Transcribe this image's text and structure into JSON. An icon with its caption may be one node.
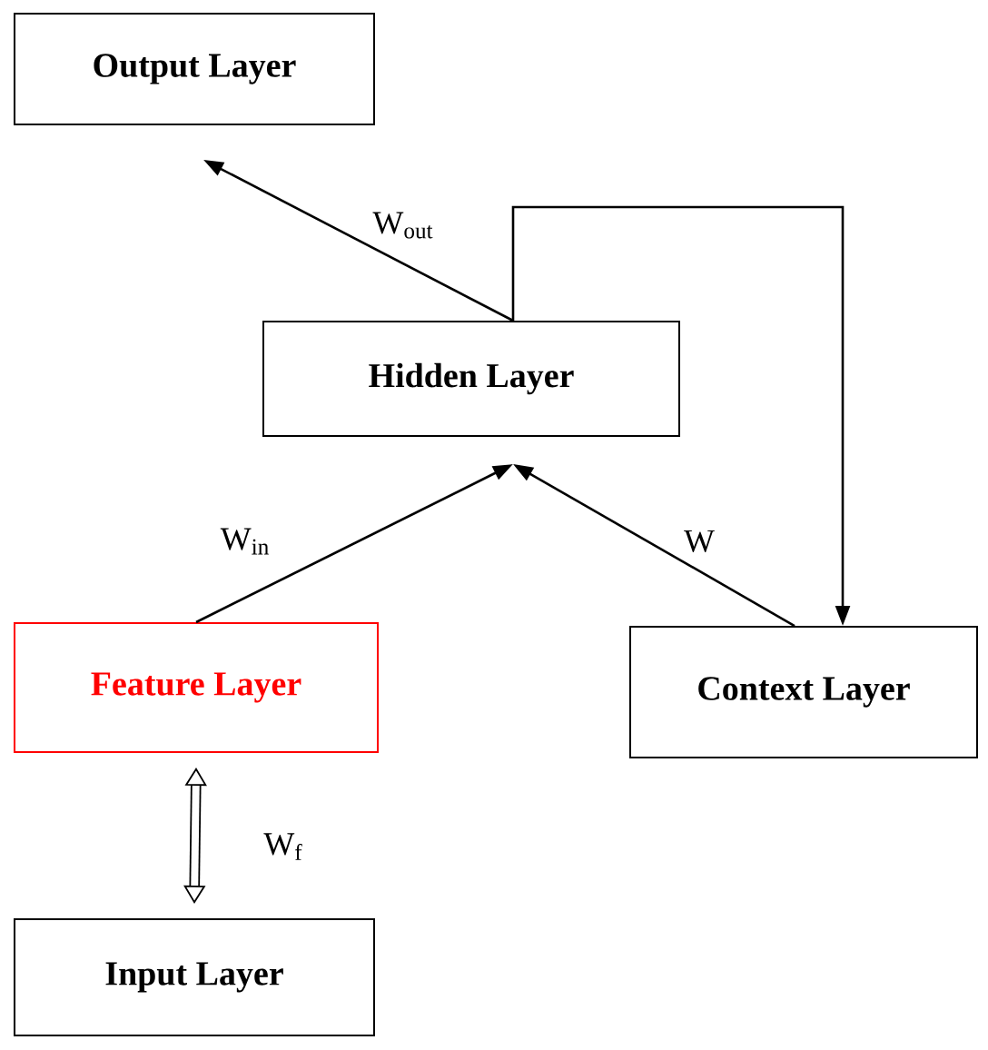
{
  "diagram": {
    "nodes": [
      {
        "text": [
          "Output Layer"
        ]
      },
      {
        "text": [
          "Hidden Layer"
        ]
      },
      {
        "text": [
          "Feature Layer"
        ]
      },
      {
        "text": [
          "Context Layer"
        ]
      },
      {
        "text": [
          "Input Layer"
        ]
      }
    ],
    "edges": [
      {
        "from": 1,
        "to": 0,
        "arrow": "to",
        "label": "W$_{out}$"
      },
      {
        "from": 1,
        "to": 3,
        "arrow": "to"
      },
      {
        "from": 2,
        "to": 1,
        "arrow": "to",
        "label": "W$_{in}$"
      },
      {
        "from": 3,
        "to": 1,
        "arrow": "to",
        "label": "W"
      },
      {
        "from": 2,
        "to": 4,
        "arrow": "both",
        "label": "W$_{f}$",
        "style": "thick"
      }
    ]
  }
}
